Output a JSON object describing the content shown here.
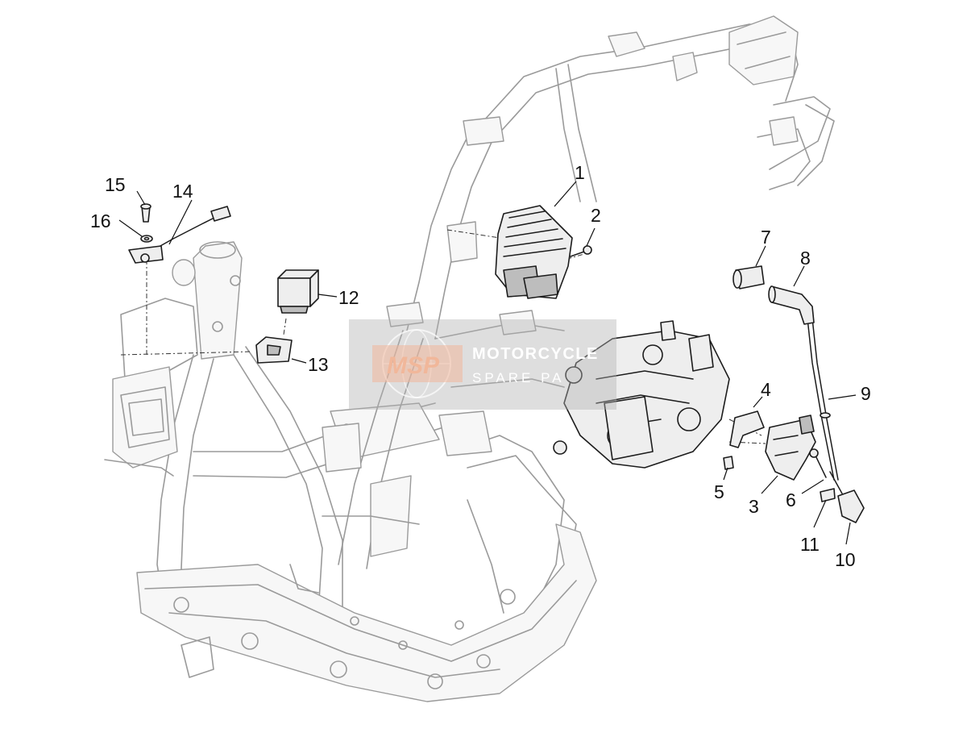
{
  "diagram": {
    "callouts": [
      {
        "id": "1",
        "label": "1"
      },
      {
        "id": "2",
        "label": "2"
      },
      {
        "id": "3",
        "label": "3"
      },
      {
        "id": "4",
        "label": "4"
      },
      {
        "id": "5",
        "label": "5"
      },
      {
        "id": "6",
        "label": "6"
      },
      {
        "id": "7",
        "label": "7"
      },
      {
        "id": "8",
        "label": "8"
      },
      {
        "id": "9",
        "label": "9"
      },
      {
        "id": "10",
        "label": "10"
      },
      {
        "id": "11",
        "label": "11"
      },
      {
        "id": "12",
        "label": "12"
      },
      {
        "id": "13",
        "label": "13"
      },
      {
        "id": "14",
        "label": "14"
      },
      {
        "id": "15",
        "label": "15"
      },
      {
        "id": "16",
        "label": "16"
      }
    ]
  },
  "watermark": {
    "logo": "MSP",
    "title": "MOTORCYCLE",
    "subtitle": "SPARE PA",
    "logo_color": "#f1b79a",
    "box_color": "#b0b0b0"
  }
}
